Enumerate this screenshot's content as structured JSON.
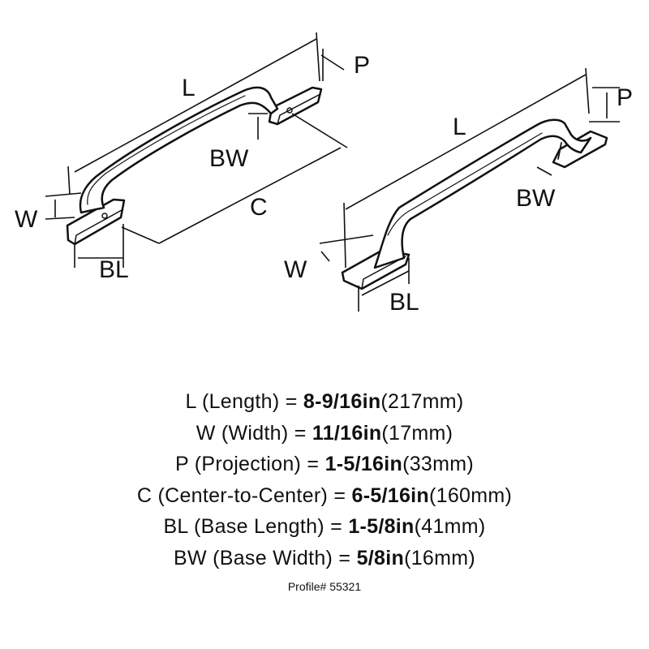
{
  "diagram": {
    "side_view_labels": {
      "L": "L",
      "P": "P",
      "BW": "BW",
      "W": "W",
      "C": "C",
      "BL": "BL"
    },
    "angled_view_labels": {
      "L": "L",
      "P": "P",
      "BW": "BW",
      "W": "W",
      "BL": "BL"
    }
  },
  "specs": [
    {
      "key": "L",
      "desc": " (Length) = ",
      "inch": "8-9/16in",
      "mm": "(217mm)"
    },
    {
      "key": "W",
      "desc": " (Width) = ",
      "inch": "11/16in",
      "mm": "(17mm)"
    },
    {
      "key": "P",
      "desc": " (Projection) = ",
      "inch": "1-5/16in",
      "mm": "(33mm)"
    },
    {
      "key": "C",
      "desc": " (Center-to-Center) = ",
      "inch": "6-5/16in",
      "mm": "(160mm)"
    },
    {
      "key": "BL",
      "desc": " (Base Length) = ",
      "inch": "1-5/8in",
      "mm": "(41mm)"
    },
    {
      "key": "BW",
      "desc": " (Base Width) = ",
      "inch": "5/8in",
      "mm": "(16mm)"
    }
  ],
  "profile": "Profile# 55321"
}
